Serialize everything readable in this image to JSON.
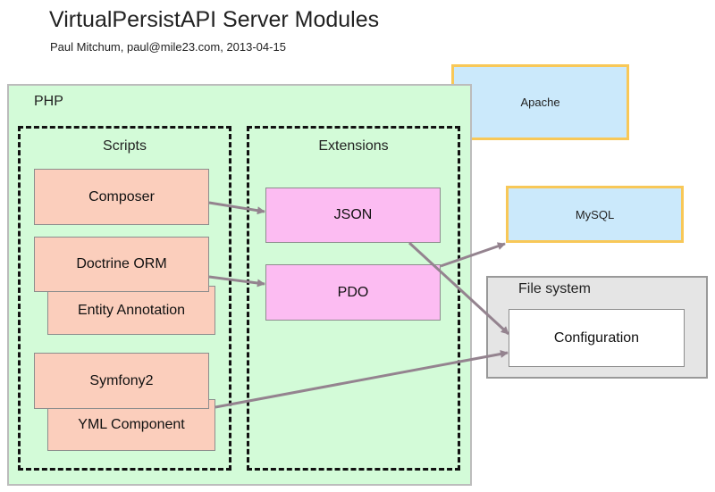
{
  "title": "VirtualPersistAPI Server Modules",
  "subtitle": "Paul Mitchum, paul@mile23.com, 2013-04-15",
  "php": {
    "label": "PHP"
  },
  "scripts": {
    "label": "Scripts",
    "composer": "Composer",
    "doctrine": "Doctrine ORM",
    "entity_annotation": "Entity Annotation",
    "symfony": "Symfony2",
    "yml_component": "YML Component"
  },
  "extensions": {
    "label": "Extensions",
    "json": "JSON",
    "pdo": "PDO"
  },
  "apache": "Apache",
  "mysql": "MySQL",
  "file_system": {
    "label": "File system",
    "configuration": "Configuration"
  },
  "colors": {
    "php_bg": "#d3fbd8",
    "script_box": "#fbcebc",
    "extension_box": "#fcbcf2",
    "service_box": "#cbe9fb",
    "service_border": "#f8c858",
    "file_system_bg": "#e5e5e5",
    "arrow": "#94838f"
  }
}
